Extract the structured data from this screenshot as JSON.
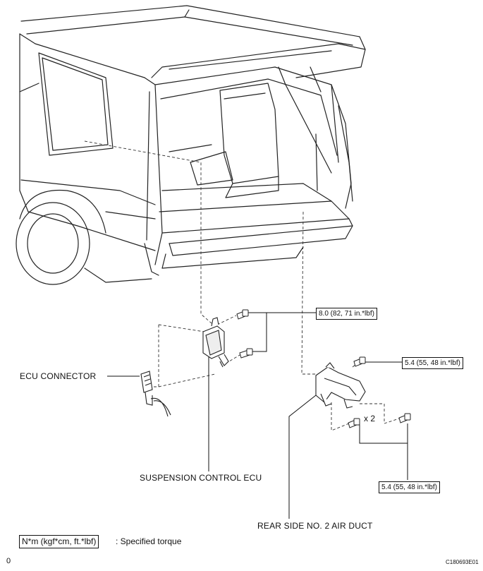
{
  "labels": {
    "ecu_connector": "ECU CONNECTOR",
    "suspension_control_ecu": "SUSPENSION CONTROL ECU",
    "rear_side_air_duct": "REAR SIDE NO. 2 AIR DUCT"
  },
  "torque": {
    "ecu_bolts": "8.0 (82, 71 in.*lbf)",
    "duct_upper_bolt": "5.4 (55, 48 in.*lbf)",
    "duct_lower_bolts": "5.4 (55, 48 in.*lbf)"
  },
  "quantity": "x 2",
  "legend": {
    "unit_box": "N*m (kgf*cm, ft.*lbf)",
    "description": ": Specified torque"
  },
  "footer": {
    "page_mark": "0",
    "figure_code": "C180693E01"
  }
}
